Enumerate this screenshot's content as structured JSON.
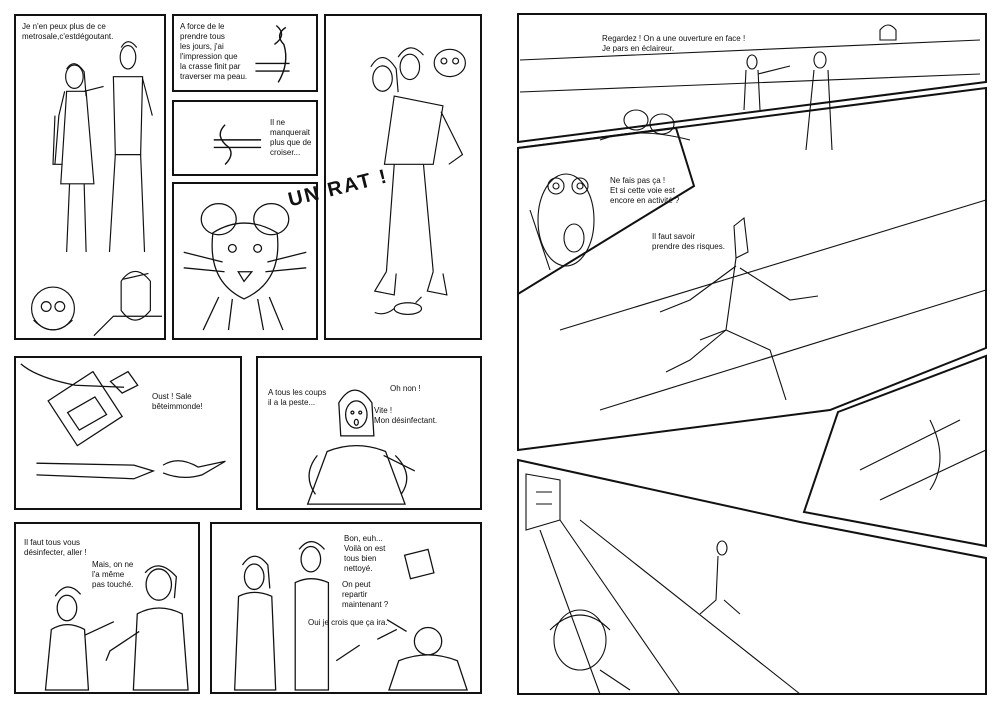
{
  "left_page": {
    "p1_caption": "Je n'en peux plus de ce\nmetrosale,c'estdégoutant.",
    "p2_caption": "A force de le\nprendre tous\nles jours, j'ai\nl'impression que\nla crasse finit par\ntraverser ma peau.",
    "p3_caption": "Il ne\nmanquerait\nplus que de\ncroiser...",
    "sfx": "UN RAT !",
    "p6_caption": "Oust ! Sale\nbêteimmonde!",
    "p7_caption": "A tous les coups\nil a la peste...",
    "p7_bubble1": "Oh non !",
    "p7_bubble2": "Vite !\nMon désinfectant.",
    "p8_bubble1": "Il faut tous vous\ndésinfecter, aller !",
    "p8_bubble2": "Mais, on ne\nl'a même\npas touché.",
    "p9_bubble1": "Bon, euh...\nVoilà on est\ntous bien\nnettoyé.",
    "p9_bubble2": "On peut\nrepartir\nmaintenant ?",
    "p9_bubble3": "Oui je crois que ça ira."
  },
  "right_page": {
    "r1_bubble": "Regardez ! On a une ouverture en face !\nJe pars en éclaireur.",
    "r2_bubble": "Ne fais pas ça !\nEt si cette voie est\nencore en activité ?",
    "r3_bubble": "Il faut savoir\nprendre des risques."
  }
}
